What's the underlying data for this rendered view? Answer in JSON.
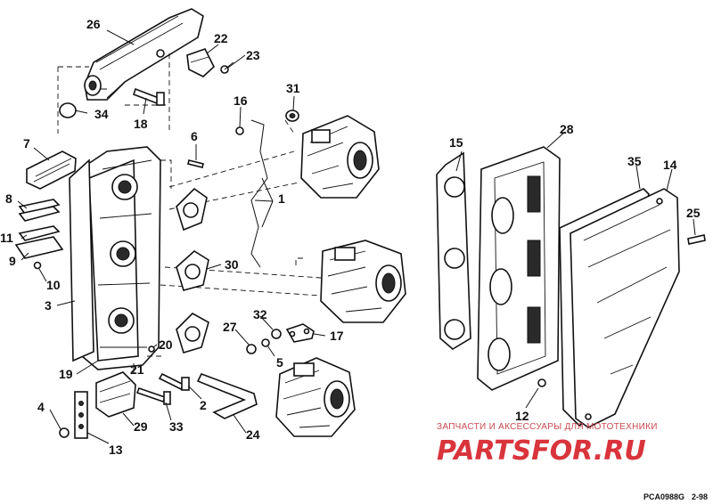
{
  "callouts": [
    {
      "id": "c26",
      "text": "26"
    },
    {
      "id": "c22",
      "text": "22"
    },
    {
      "id": "c23",
      "text": "23"
    },
    {
      "id": "c31",
      "text": "31"
    },
    {
      "id": "c16",
      "text": "16"
    },
    {
      "id": "c34",
      "text": "34"
    },
    {
      "id": "c18",
      "text": "18"
    },
    {
      "id": "c6",
      "text": "6"
    },
    {
      "id": "c7",
      "text": "7"
    },
    {
      "id": "c1",
      "text": "1"
    },
    {
      "id": "c8",
      "text": "8"
    },
    {
      "id": "c11",
      "text": "11"
    },
    {
      "id": "c9",
      "text": "9"
    },
    {
      "id": "c10",
      "text": "10"
    },
    {
      "id": "c30",
      "text": "30"
    },
    {
      "id": "c3",
      "text": "3"
    },
    {
      "id": "c27",
      "text": "27"
    },
    {
      "id": "c32",
      "text": "32"
    },
    {
      "id": "c17",
      "text": "17"
    },
    {
      "id": "c5",
      "text": "5"
    },
    {
      "id": "c20",
      "text": "20"
    },
    {
      "id": "c19",
      "text": "19"
    },
    {
      "id": "c21",
      "text": "21"
    },
    {
      "id": "c2",
      "text": "2"
    },
    {
      "id": "c4",
      "text": "4"
    },
    {
      "id": "c29",
      "text": "29"
    },
    {
      "id": "c33",
      "text": "33"
    },
    {
      "id": "c24",
      "text": "24"
    },
    {
      "id": "c13",
      "text": "13"
    },
    {
      "id": "c15",
      "text": "15"
    },
    {
      "id": "c28",
      "text": "28"
    },
    {
      "id": "c35",
      "text": "35"
    },
    {
      "id": "c14",
      "text": "14"
    },
    {
      "id": "c25",
      "text": "25"
    },
    {
      "id": "c12",
      "text": "12"
    }
  ],
  "watermark": {
    "tagline": "ЗАПЧАСТИ И АКСЕССУАРЫ ДЛЯ МОТОТЕХНИКИ",
    "brand": "PARTSFOR.RU"
  },
  "footer": {
    "code": "PCA0988G",
    "page": "2-98"
  }
}
